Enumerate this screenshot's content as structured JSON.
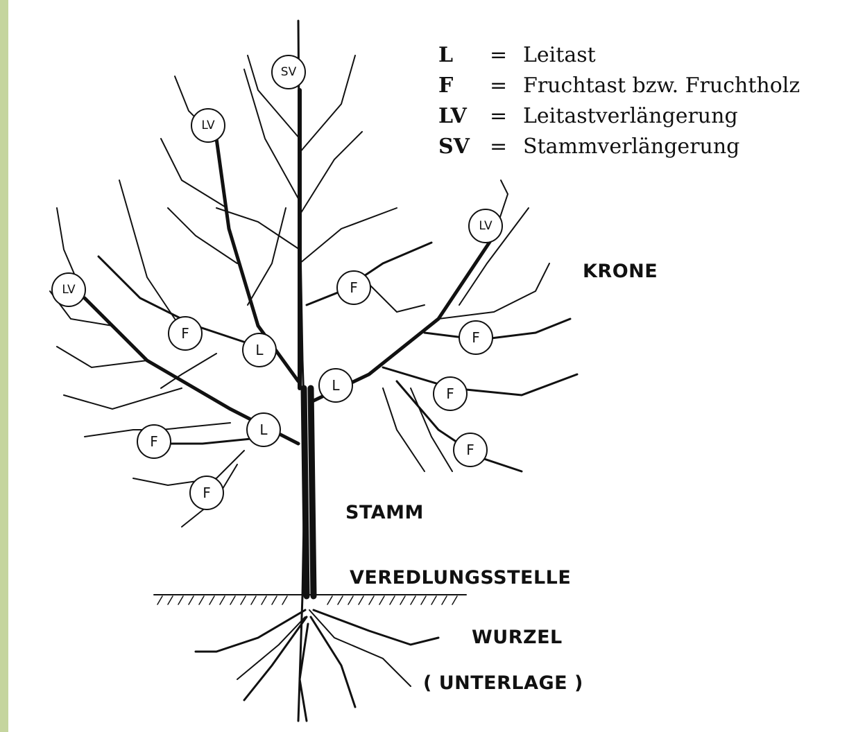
{
  "legend": [
    {
      "abbr": "L",
      "eq": "=",
      "desc": "Leitast"
    },
    {
      "abbr": "F",
      "eq": "=",
      "desc": "Fruchtast bzw. Fruchtholz"
    },
    {
      "abbr": "LV",
      "eq": "=",
      "desc": "Leitastverlängerung"
    },
    {
      "abbr": "SV",
      "eq": "=",
      "desc": "Stammverlängerung"
    }
  ],
  "parts": {
    "krone": "KRONE",
    "stamm": "STAMM",
    "veredlung": "VEREDLUNGSSTELLE",
    "wurzel": "WURZEL",
    "unterlage": "( UNTERLAGE )"
  },
  "badges": {
    "sv": "SV",
    "lv": "LV",
    "l": "L",
    "f": "F"
  },
  "colors": {
    "frame": "#c5d59e",
    "ink": "#111111",
    "paper": "#ffffff"
  }
}
